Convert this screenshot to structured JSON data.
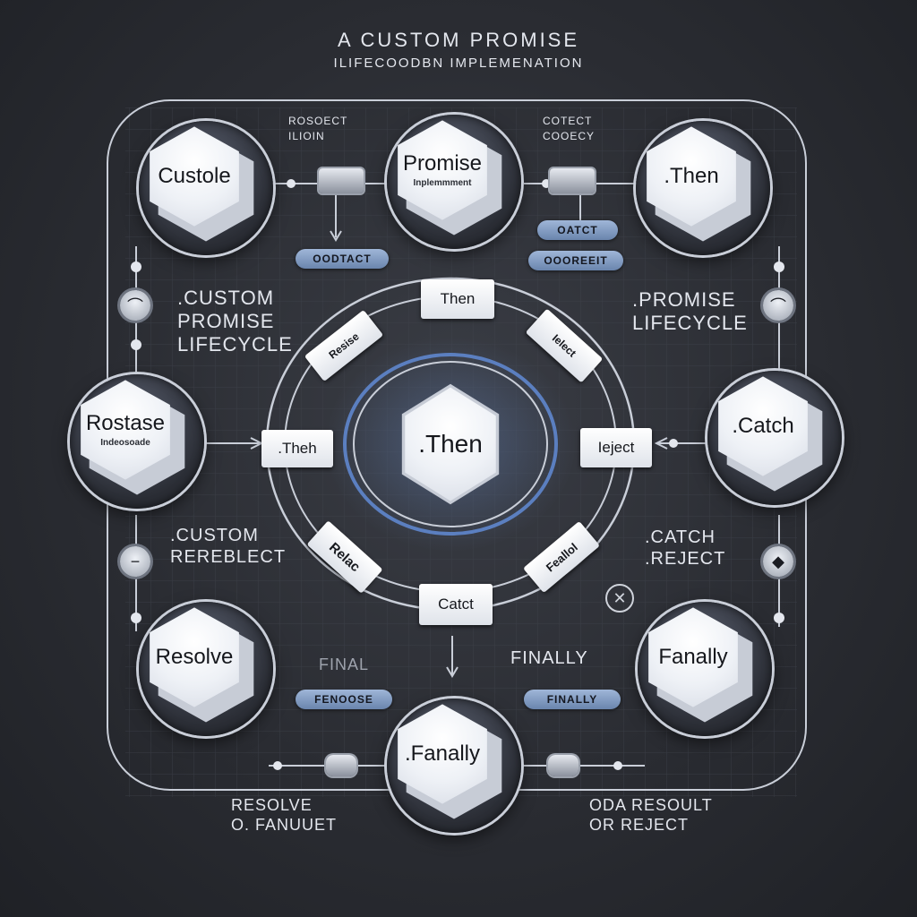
{
  "header": {
    "title": "A CUSTOM PROMISE",
    "subtitle": "ILIFECOODBN IMPLEMENATION"
  },
  "nodes": {
    "top_left": {
      "label": "Custole"
    },
    "top_center": {
      "label": "Promise",
      "sub": "Inplemmment"
    },
    "top_right": {
      "label": ".Then"
    },
    "mid_left": {
      "label": "Rostase",
      "sub": "Indeosoade"
    },
    "center": {
      "label": ".Then"
    },
    "mid_right": {
      "label": ".Catch"
    },
    "bottom_left": {
      "label": "Resolve"
    },
    "bottom_center": {
      "label": ".Fanally"
    },
    "bottom_right": {
      "label": "Fanally"
    }
  },
  "ring_boxes": {
    "top": "Then",
    "left": ".Theh",
    "right": "Ieject",
    "bottom": "Catct",
    "top_left": "Resise",
    "top_right": "Ielect",
    "bottom_left": "Relac",
    "bottom_right": "Feallol"
  },
  "annotations": {
    "top_left_label_1": "ROSOECT",
    "top_left_label_2": "ILIOIN",
    "top_right_label_1": "COTECT",
    "top_right_label_2": "COOECY",
    "left_upper": [
      ".CUSTOM",
      "PROMISE",
      "LIFECYCLE"
    ],
    "right_upper": [
      ".PROMISE",
      "LIFECYCLE"
    ],
    "left_lower": [
      ".CUSTOM",
      "REREBLECT"
    ],
    "right_lower": [
      ".CATCH",
      ".REJECT"
    ],
    "final_left": "FINAL",
    "final_right": "FINALLY",
    "bottom_left": [
      "RESOLVE",
      "O. FANUUET"
    ],
    "bottom_right": [
      "ODA RESOULT",
      "OR REJECT"
    ]
  },
  "pills": {
    "top_left": "OODTACT",
    "top_right_1": "OATCT",
    "top_right_2": "OOOREEIT",
    "bottom_left": "FENOOSE",
    "bottom_right": "FINALLY"
  },
  "colors": {
    "background": "#2a2c32",
    "line": "#c9ced8",
    "accent_blue": "#5b7fc0",
    "pill": "#8fa8cf"
  }
}
